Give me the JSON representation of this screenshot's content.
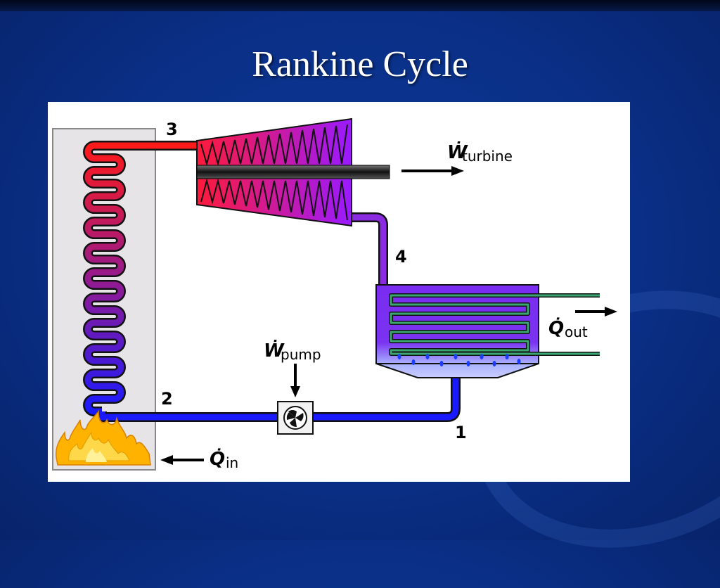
{
  "slide": {
    "title": "Rankine Cycle"
  },
  "diagram": {
    "state_points": {
      "p1": "1",
      "p2": "2",
      "p3": "3",
      "p4": "4"
    },
    "energy_labels": {
      "w_turbine_symbol": "Ẇ",
      "w_turbine_sub": "turbine",
      "w_pump_symbol": "Ẇ",
      "w_pump_sub": "pump",
      "q_in_symbol": "Q̇",
      "q_in_sub": "in",
      "q_out_symbol": "Q̇",
      "q_out_sub": "out"
    },
    "colors": {
      "background": "#0a2f86",
      "hot": "#ff1a1a",
      "mid": "#8a2be2",
      "cold": "#1a1aff",
      "boiler_panel": "#e6e4e6",
      "condenser_fill": "#7a33f0",
      "cooling_water": "#2e8b57",
      "flame": "#ffb300"
    },
    "icons": [
      "pump-fan-icon",
      "flame-icon",
      "arrow-right-icon",
      "arrow-down-icon",
      "arrow-left-icon"
    ]
  }
}
